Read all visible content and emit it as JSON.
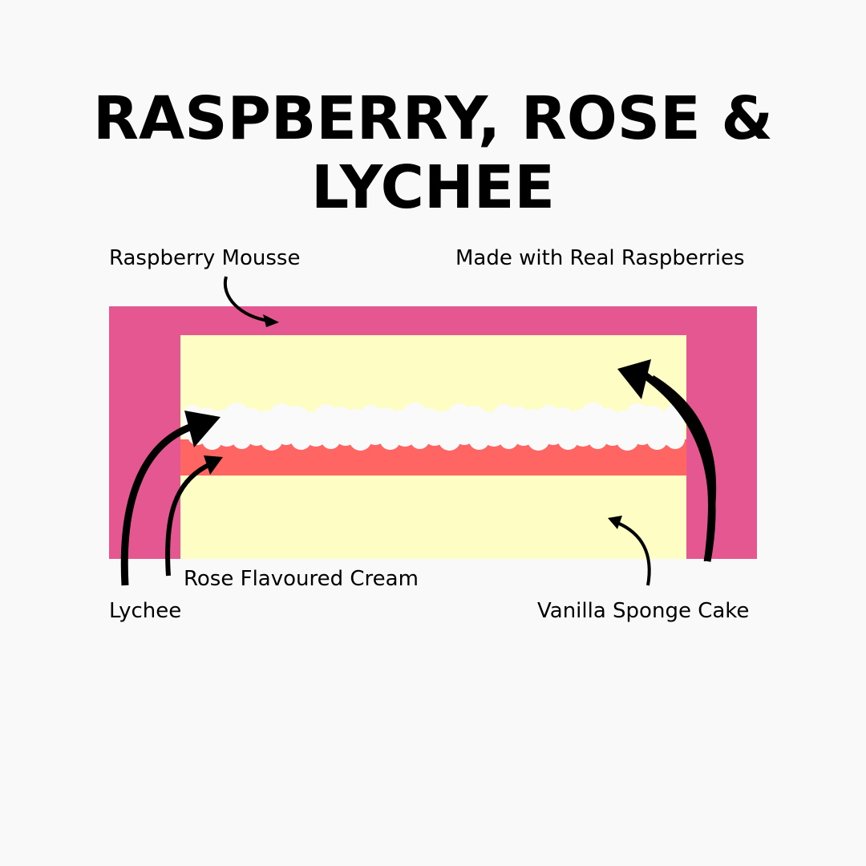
{
  "title": "RASPBERRY, ROSE & LYCHEE",
  "labels": {
    "raspberry_mousse": "Raspberry Mousse",
    "real_raspberries": "Made with Real Raspberries",
    "rose_cream": "Rose Flavoured Cream",
    "lychee": "Lychee",
    "sponge": "Vanilla Sponge Cake"
  },
  "colors": {
    "mousse": "#e55791",
    "sponge": "#fdfdc4",
    "rose_cream": "#ff6663",
    "lychee": "#fafafa"
  }
}
